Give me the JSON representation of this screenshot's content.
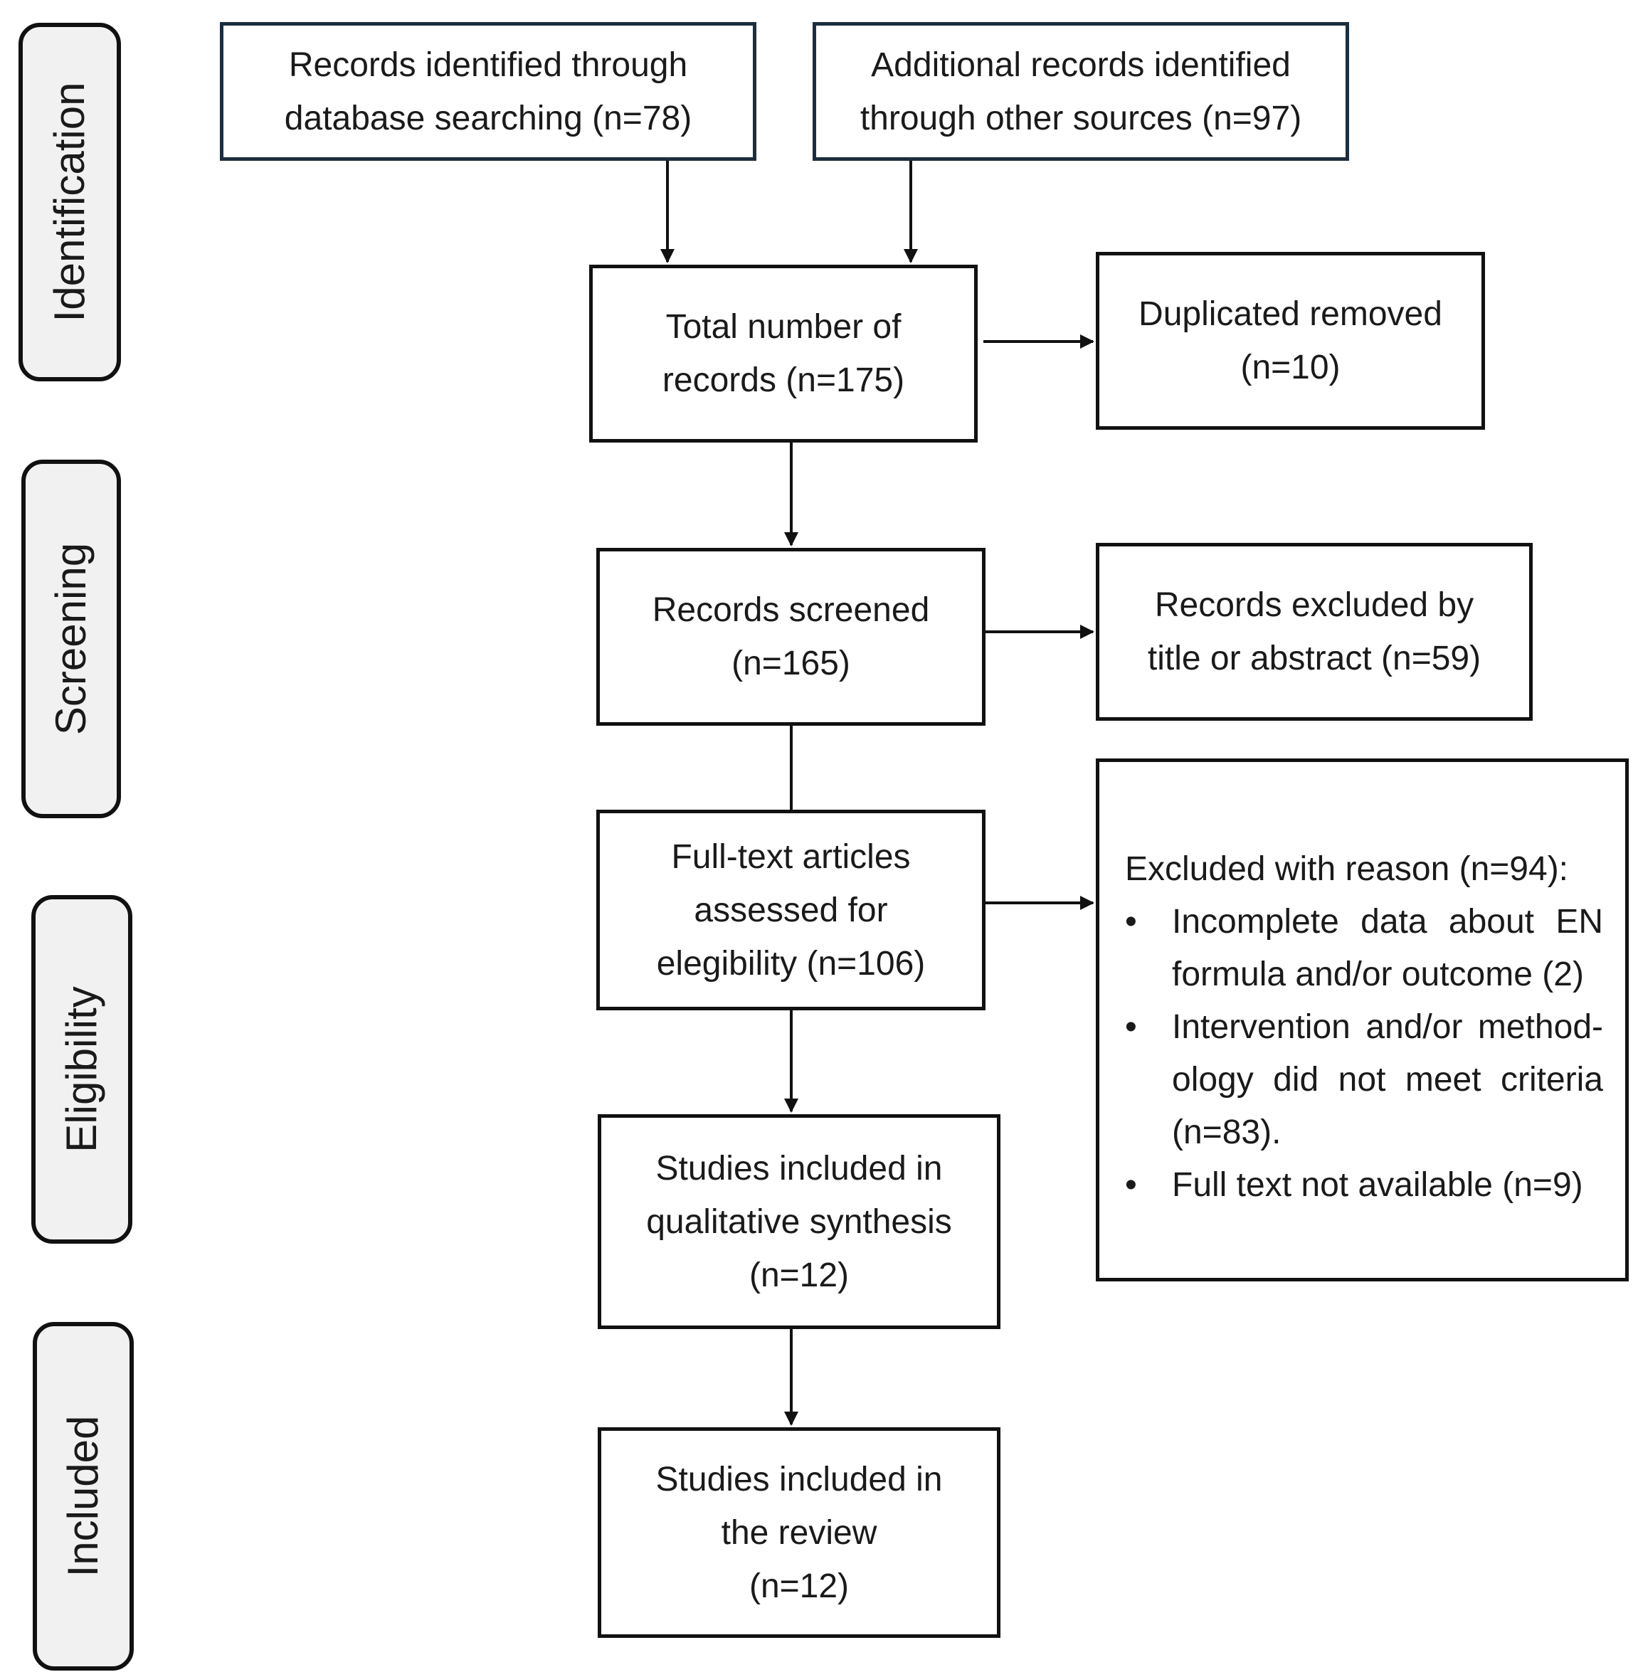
{
  "stages": {
    "identification": "Identification",
    "screening": "Screening",
    "eligibility": "Eligibility",
    "included": "Included"
  },
  "boxes": {
    "database_search": [
      "Records identified  through",
      "database searching (n=78)"
    ],
    "other_sources": [
      "Additional records identified",
      "through other sources (n=97)"
    ],
    "total_records": [
      "Total number of",
      "records (n=175)"
    ],
    "duplicates_removed": [
      "Duplicated removed",
      "(n=10)"
    ],
    "records_screened": [
      "Records screened",
      "(n=165)"
    ],
    "excluded_title_abstract": [
      "Records excluded by",
      "title or abstract (n=59)"
    ],
    "full_text_assessed": [
      "Full-text articles",
      "assessed for",
      "elegibility (n=106)"
    ],
    "qualitative_synthesis": [
      "Studies included in",
      "qualitative synthesis",
      "(n=12)"
    ],
    "included_review": [
      "Studies included in",
      "the review",
      "(n=12)"
    ]
  },
  "exclusion_reasons": {
    "heading": "Excluded with reason (n=94):",
    "bullet": "•",
    "items": [
      [
        "Incomplete data about EN",
        "formula and/or outcome (2)"
      ],
      [
        "Intervention and/or method-",
        "ology did not meet criteria",
        "(n=83)."
      ],
      [
        "Full text not available (n=9)"
      ]
    ]
  }
}
